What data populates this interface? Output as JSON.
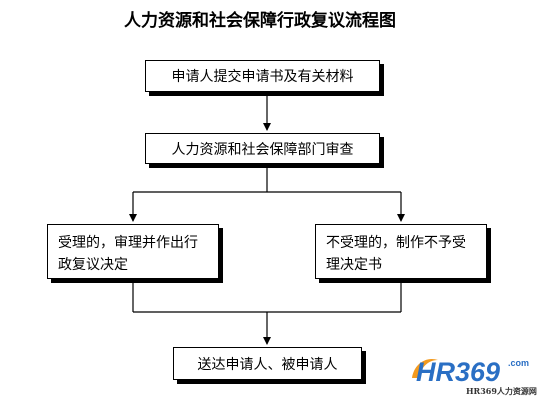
{
  "title": "人力资源和社会保障行政复议流程图",
  "steps": {
    "submit": "申请人提交申请书及有关材料",
    "review": "人力资源和社会保障部门审查",
    "accepted": "受理的，审理并作出行政复议决定",
    "rejected": "不受理的，制作不予受理决定书",
    "deliver": "送达申请人、被申请人"
  },
  "watermark": {
    "brand": "HR369",
    "domain": ".com",
    "tagline": "HR369人力资源网"
  },
  "colors": {
    "line": "#000000",
    "logo_blue": "#2a6fc4",
    "logo_orange": "#f39a1e"
  }
}
